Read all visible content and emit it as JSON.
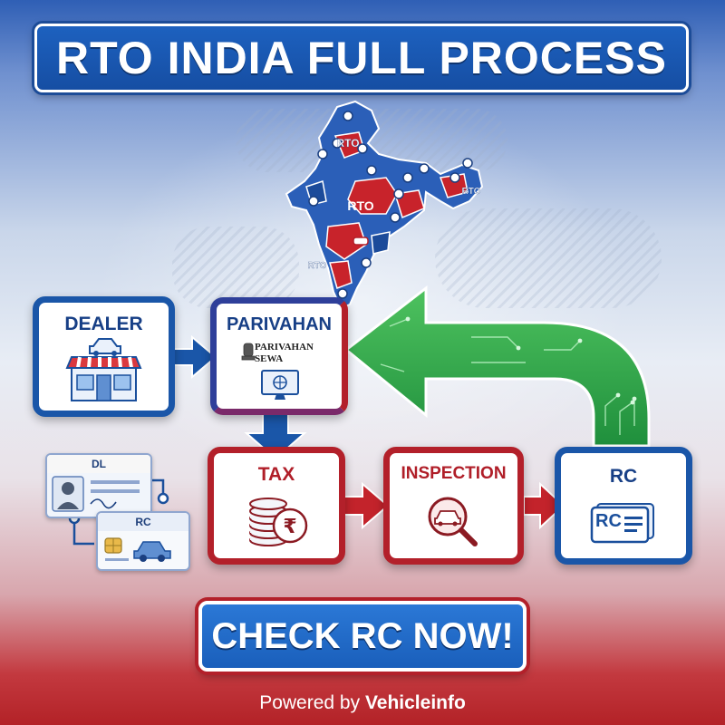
{
  "title": "RTO INDIA FULL PROCESS",
  "map": {
    "labels": [
      "RTO",
      "RTO",
      "RTO",
      "RTO"
    ]
  },
  "steps": {
    "dealer": "DEALER",
    "parivahan": "PARIVAHAN",
    "parivahan_logo_line1": "PARIVAHAN",
    "parivahan_logo_line2": "SEWA",
    "tax": "TAX",
    "inspection": "INSPECTION",
    "rc": "RC",
    "rc_card_text": "RC"
  },
  "documents": {
    "dl_label": "DL",
    "rc_label": "RC"
  },
  "cta_label": "CHECK RC NOW!",
  "footer": {
    "prefix": "Powered by",
    "brand": "Vehicleinfo"
  },
  "colors": {
    "brand_blue": "#1a56a8",
    "brand_red": "#b3202a",
    "arrow_green": "#2fa34a"
  },
  "icons": [
    "car-icon",
    "store-icon",
    "emblem-icon",
    "monitor-icon",
    "coin-stack-icon",
    "rupee-icon",
    "magnifier-car-icon",
    "rc-card-icon",
    "person-icon",
    "chip-icon",
    "map-pin-icon"
  ]
}
